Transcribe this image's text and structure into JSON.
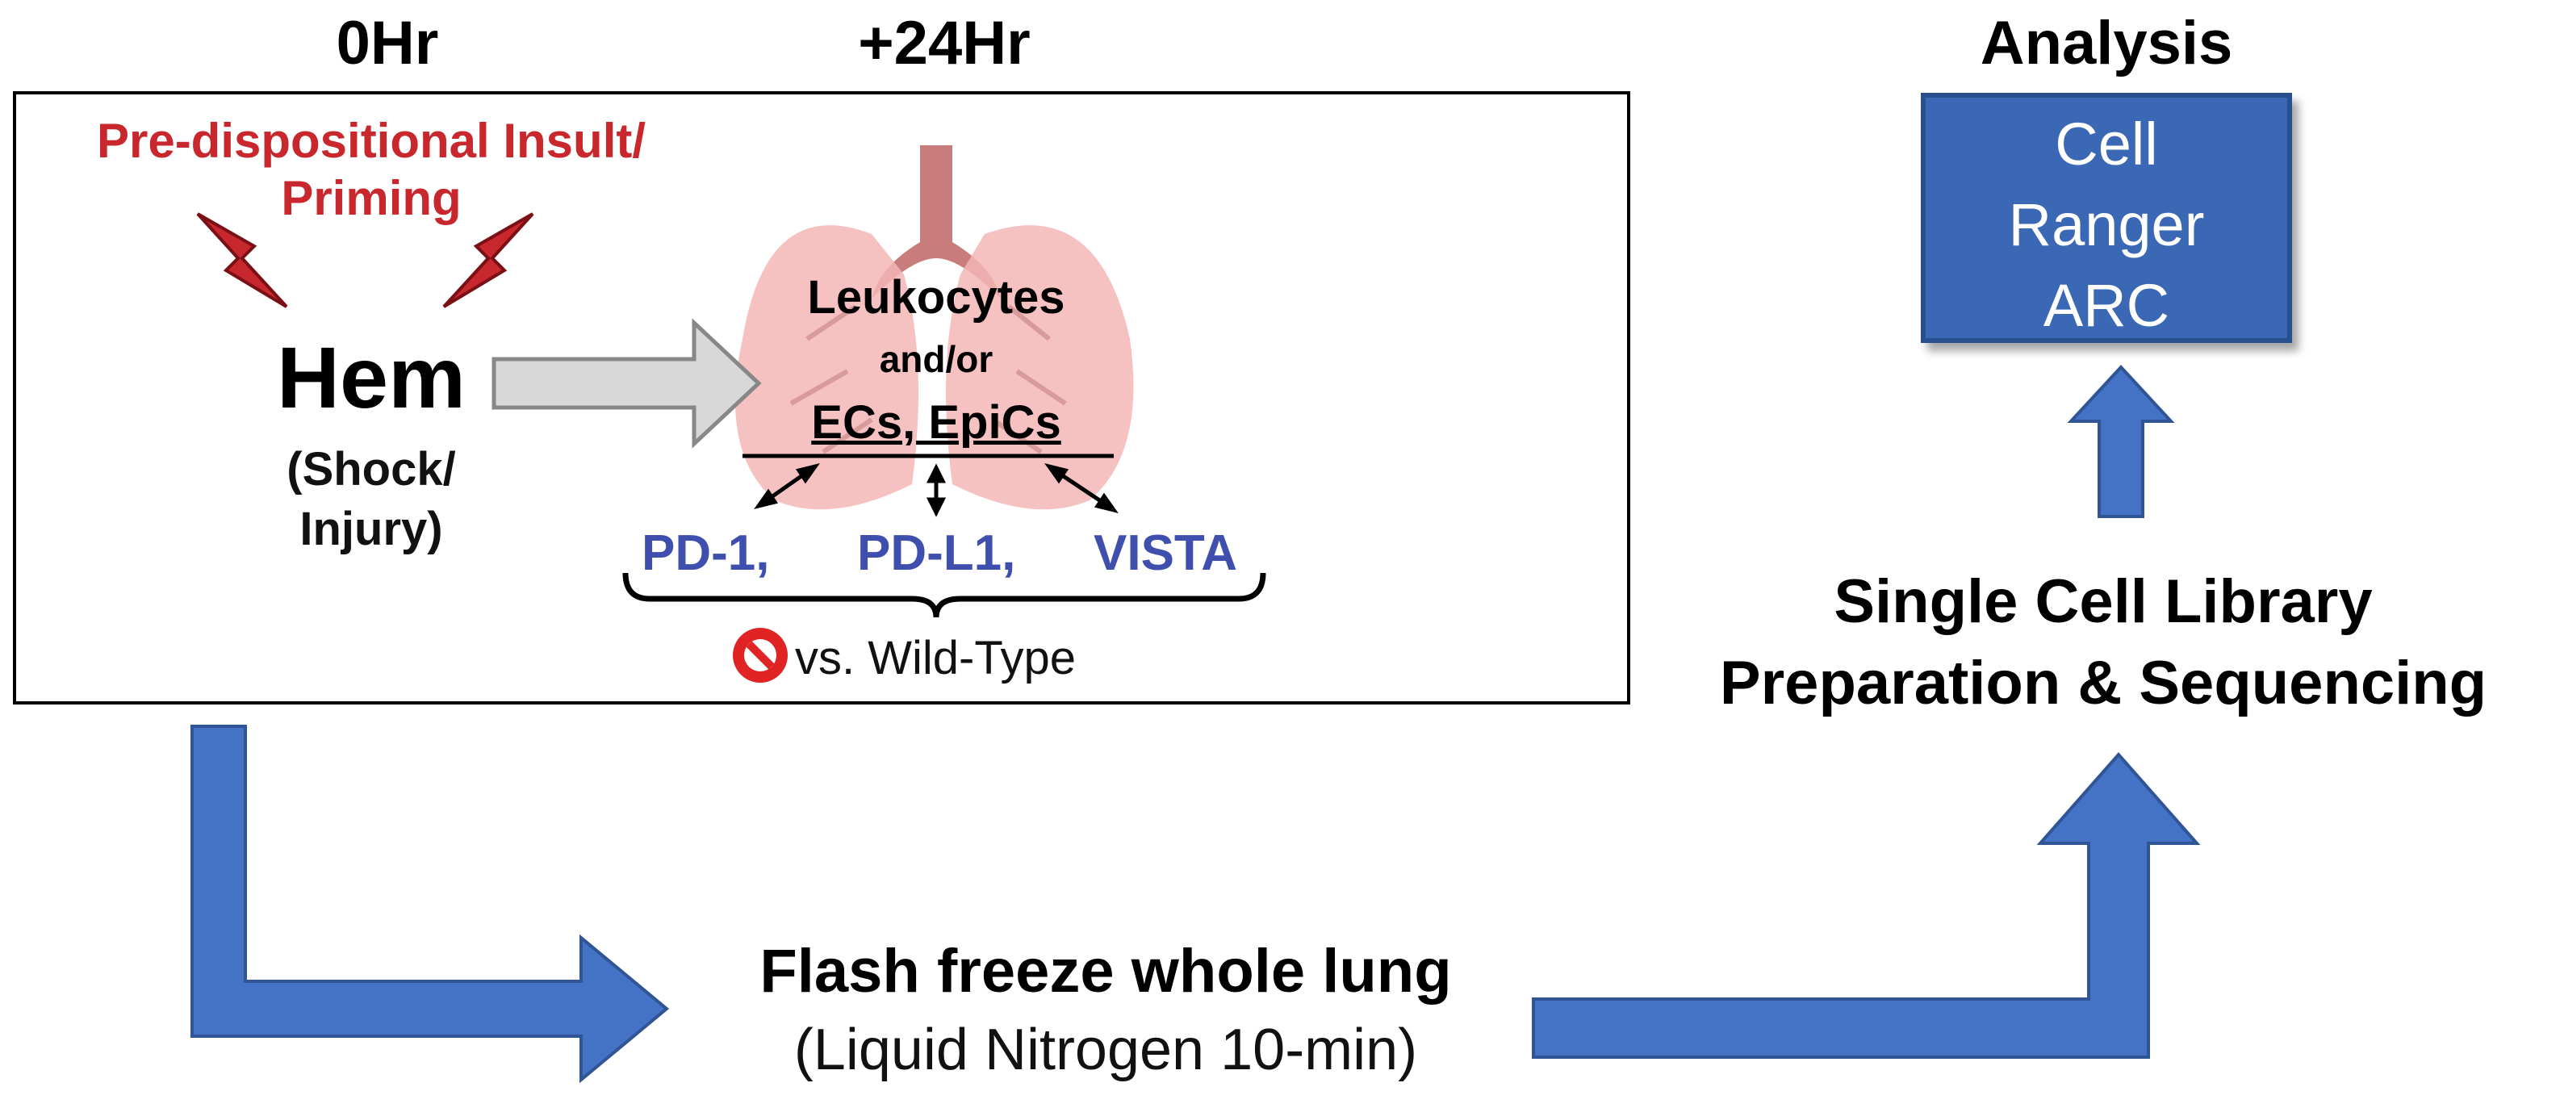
{
  "timeline": {
    "start": "0Hr",
    "end": "+24Hr"
  },
  "insult": {
    "line1": "Pre-dispositional Insult/",
    "line2": "Priming"
  },
  "hem": {
    "title": "Hem",
    "sub1": "(Shock/",
    "sub2": "Injury)"
  },
  "lung": {
    "cells1": "Leukocytes",
    "cells2": "and/or",
    "cells3": "ECs, EpiCs",
    "markers": [
      "PD-1,",
      "PD-L1,",
      "VISTA"
    ],
    "comparison": "vs. Wild-Type"
  },
  "analysis": {
    "title": "Analysis",
    "box_lines": [
      "Cell",
      "Ranger",
      "ARC"
    ]
  },
  "library": {
    "line1": "Single Cell Library",
    "line2": "Preparation & Sequencing"
  },
  "freeze": {
    "title": "Flash freeze whole lung",
    "sub": "(Liquid Nitrogen 10-min)"
  },
  "colors": {
    "arrow": "#4472c4",
    "marker_text": "#3f4fae",
    "insult_text": "#c8272d",
    "box_fill": "#3a68b4",
    "lung": "#f4b6b6"
  }
}
